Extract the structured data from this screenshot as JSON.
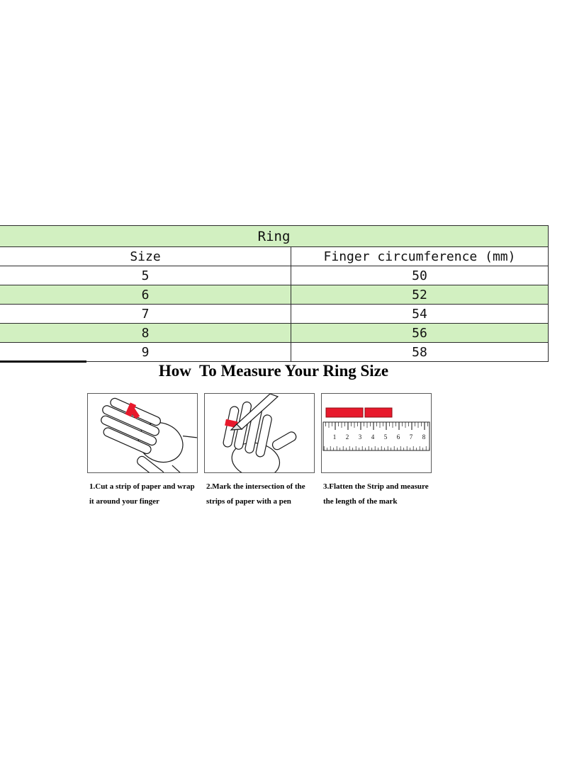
{
  "table": {
    "title": "Ring",
    "columns": [
      "Size",
      "Finger circumference (mm)"
    ],
    "rows": [
      [
        "5",
        "50"
      ],
      [
        "6",
        "52"
      ],
      [
        "7",
        "54"
      ],
      [
        "8",
        "56"
      ],
      [
        "9",
        "58"
      ]
    ]
  },
  "measure_section": {
    "heading": "How  To Measure Your Ring Size"
  },
  "steps": [
    {
      "illustration": "hand-with-red-paper-strip",
      "caption_line1": "1.Cut a strip of paper and wrap",
      "caption_line2": "it around your finger"
    },
    {
      "illustration": "hand-marking-strip-with-pen",
      "caption_line1": "2.Mark the intersection of the",
      "caption_line2": "strips of paper with a pen"
    },
    {
      "illustration": "ruler-measuring-red-strip",
      "caption_line1": "3.Flatten the Strip and measure",
      "caption_line2": "the length of the mark",
      "ruler_numbers": [
        "1",
        "2",
        "3",
        "4",
        "5",
        "6",
        "7",
        "8"
      ]
    }
  ],
  "colors": {
    "table_green": "#d2f0c1",
    "strip_red": "#e8192c",
    "border_black": "#2b2b2b"
  },
  "chart_data": {
    "type": "table",
    "title": "Ring",
    "columns": [
      "Size",
      "Finger circumference (mm)"
    ],
    "rows": [
      [
        5,
        50
      ],
      [
        6,
        52
      ],
      [
        7,
        54
      ],
      [
        8,
        56
      ],
      [
        9,
        58
      ]
    ]
  }
}
